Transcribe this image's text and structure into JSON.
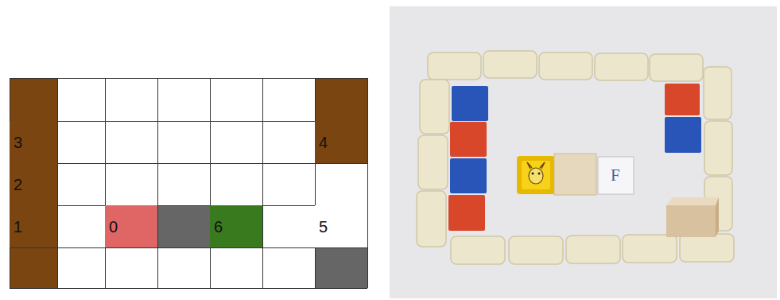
{
  "diagram": {
    "nodes": [
      {
        "text": [
          "3"
        ]
      },
      {
        "text": [
          "4"
        ]
      },
      {
        "text": [
          "2"
        ]
      },
      {
        "text": [
          "1"
        ]
      },
      {
        "text": [
          "0"
        ]
      },
      {
        "text": [
          "6"
        ]
      },
      {
        "text": [
          "5"
        ]
      }
    ],
    "labels": [
      "F"
    ]
  }
}
